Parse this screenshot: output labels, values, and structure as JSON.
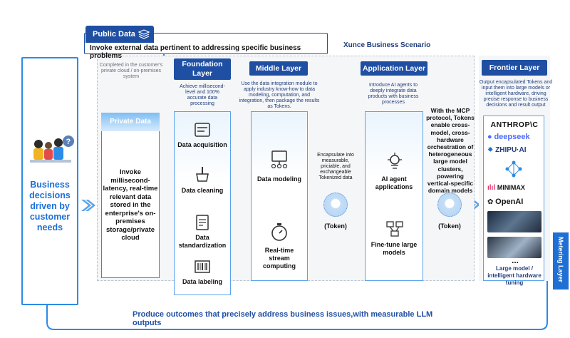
{
  "left": {
    "text": "Business decisions driven by customer needs"
  },
  "public_data": {
    "title": "Public Data",
    "desc": "Invoke external data pertinent to addressing specific business problems"
  },
  "scenario_title": "Xunce Business Scenario",
  "completed_note": "Completed in the customer's private cloud / on-premises system",
  "private": {
    "title": "Private Data",
    "text": "Invoke millisecond-latency, real-time relevant data stored in the enterprise's on-premises storage/private cloud"
  },
  "foundation": {
    "title": "Foundation Layer",
    "desc": "Achieve millisecond-level and 100% accurate data processing",
    "items": [
      "Data acquisition",
      "Data cleaning",
      "Data standardization",
      "Data labeling"
    ]
  },
  "middle": {
    "title": "Middle Layer",
    "desc": "Use the data integration module to apply industry know-how to data modeling, computation, and integration, then package the results as Tokens.",
    "items": [
      "Data modeling",
      "Real-time stream computing"
    ]
  },
  "token1": {
    "desc": "Encapsulate into measurable, priciable, and exchangeable Tokenized data",
    "label": "(Token)"
  },
  "application": {
    "title": "Application Layer",
    "desc": "Introduce AI agents to deeply integrate data products with business processes",
    "items": [
      "AI agent applications",
      "Fine-tune large models"
    ]
  },
  "token2": {
    "desc": "With the MCP protocol, Tokens enable cross-model, cross-hardware orchestration of heterogeneous large model clusters, powering vertical-specific domain models",
    "label": "(Token)"
  },
  "frontier": {
    "title": "Frontier Layer",
    "desc": "Output encapsulated Tokens and input them into large models or intelligent hardware, driving precise response to business decisions and result output",
    "logos": [
      "ANTHROP\\C",
      "deepseek",
      "ZHIPU·AI",
      "MINIMAX",
      "OpenAI"
    ],
    "dots": "...",
    "footer": "Large model / intelligent hardware tuning"
  },
  "metering": "Metering Layer",
  "bottom": "Produce outcomes that precisely address business issues,with measurable LLM outputs",
  "colors": {
    "navy": "#1f4fa3",
    "blue": "#2c8be6",
    "light": "#eaf4fd"
  }
}
